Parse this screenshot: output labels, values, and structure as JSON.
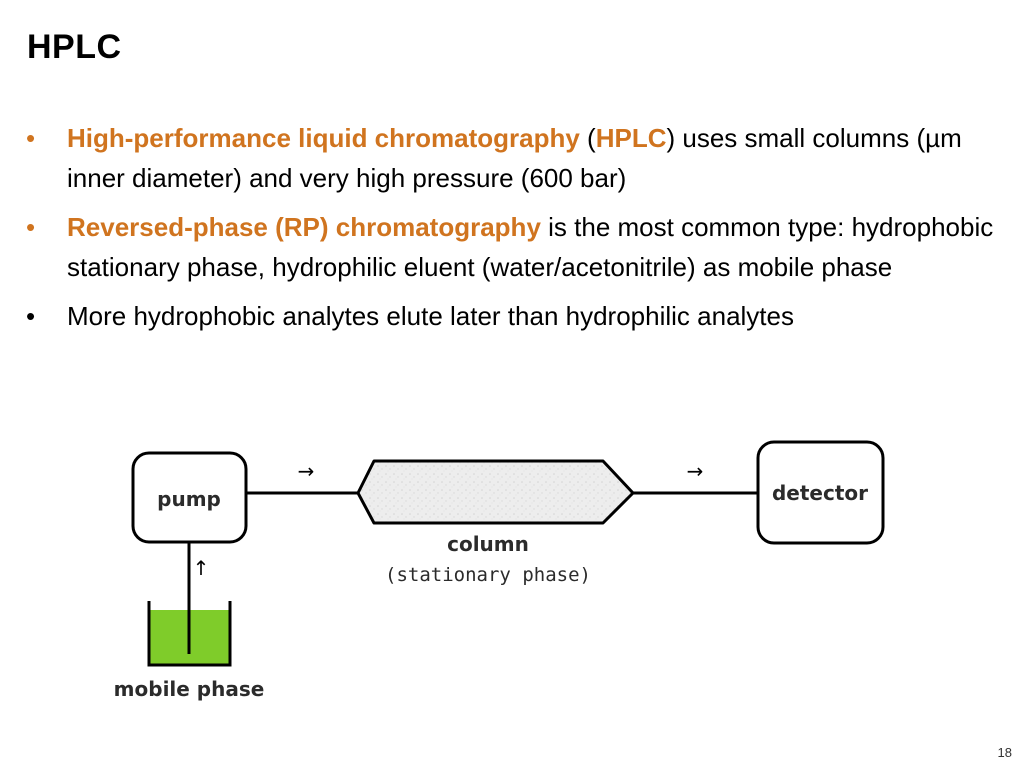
{
  "slide": {
    "title": "HPLC",
    "page_number": "18"
  },
  "bullets": [
    {
      "bold_1": "High-performance liquid chromatography",
      "text_1": " (",
      "bold_2": "HPLC",
      "text_2": ") uses small columns (µm inner diameter) and very high pressure (600 bar)"
    },
    {
      "bold_1": "Reversed-phase (RP) chromatography",
      "text_1": " is the most common type: hydrophobic stationary phase, hydrophilic eluent (water/acetonitrile) as mobile phase"
    },
    {
      "text_1": "More hydrophobic analytes elute later than hydrophilic analytes"
    }
  ],
  "diagram": {
    "pump_label": "pump",
    "detector_label": "detector",
    "column_label": "column",
    "column_sublabel": "(stationary phase)",
    "mobile_phase_label": "mobile phase",
    "arrow_right": "→",
    "arrow_up": "↑",
    "colors": {
      "accent": "#d0741f",
      "liquid": "#7fcc2a",
      "column_fill": "#ececec"
    }
  }
}
